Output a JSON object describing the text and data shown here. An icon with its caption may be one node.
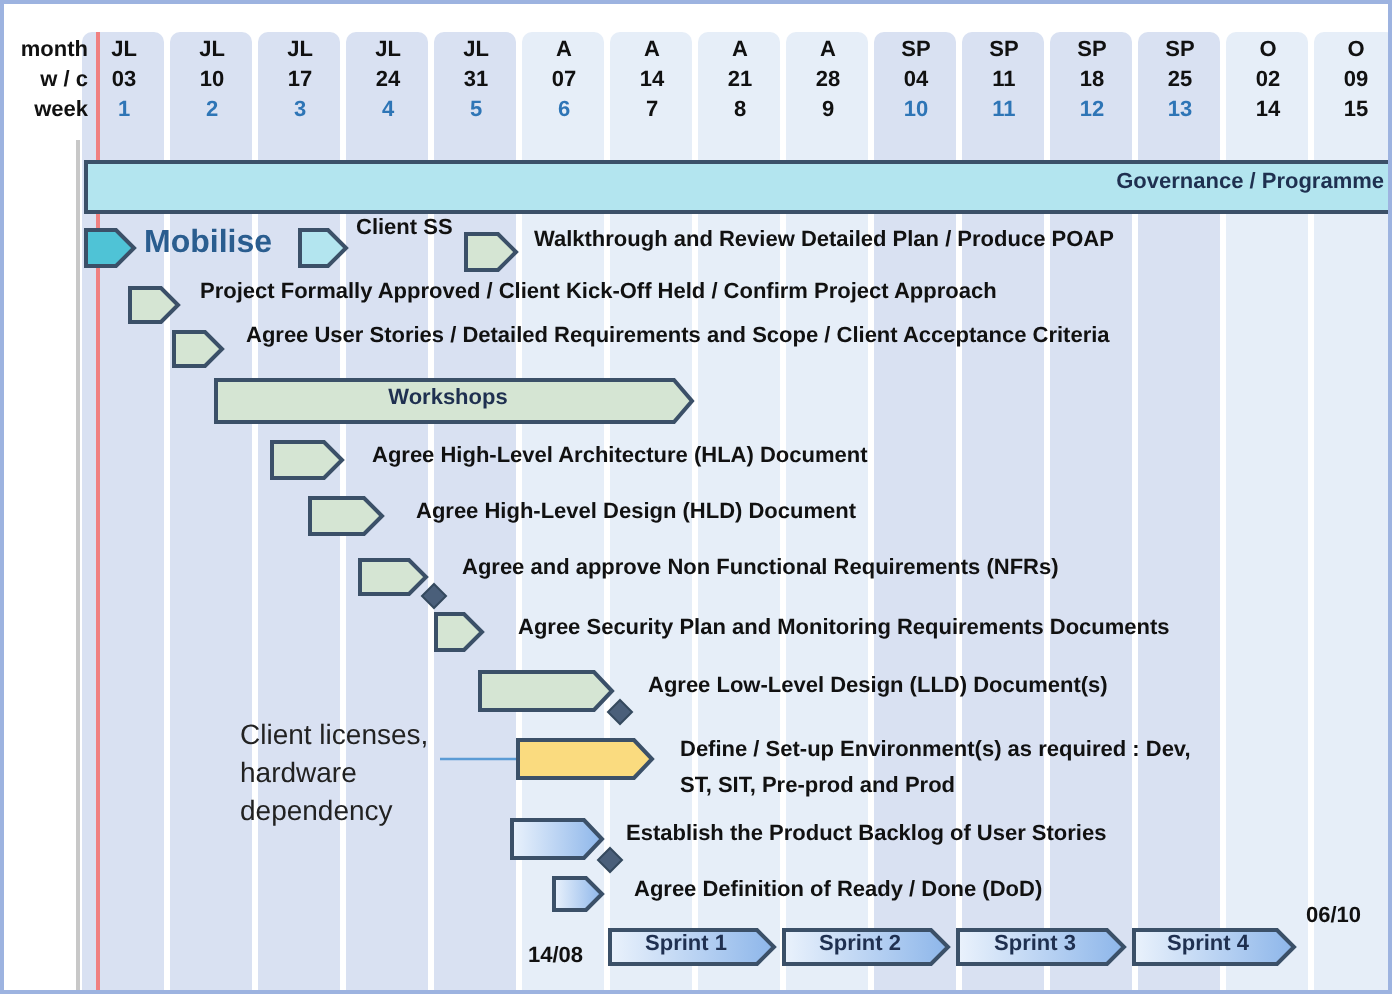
{
  "diagram": {
    "nodes": [
      {
        "text": [
          "Governance / Programme"
        ]
      },
      {
        "text": [
          "Mobilise"
        ]
      },
      {
        "text": [
          "Client SS"
        ]
      },
      {
        "text": [
          "Walkthrough and Review Detailed Plan / Produce POAP"
        ]
      },
      {
        "text": [
          "Project Formally Approved / Client Kick-Off Held / Confirm Project Approach"
        ]
      },
      {
        "text": [
          "Agree User Stories / Detailed Requirements and Scope / Client Acceptance Criteria"
        ]
      },
      {
        "text": [
          "Workshops"
        ]
      },
      {
        "text": [
          "Agree High-Level Architecture (HLA) Document"
        ]
      },
      {
        "text": [
          "Agree High-Level Design (HLD) Document"
        ]
      },
      {
        "text": [
          "Agree and approve Non Functional Requirements (NFRs)"
        ]
      },
      {
        "text": [
          "Agree Security Plan and Monitoring Requirements Documents"
        ]
      },
      {
        "text": [
          "Agree Low-Level Design (LLD) Document(s)"
        ]
      },
      {
        "text": [
          "Client licenses, hardware dependency"
        ]
      },
      {
        "text": [
          "Define / Set-up Environment(s) as required : Dev, ST, SIT, Pre-prod and Prod"
        ]
      },
      {
        "text": [
          "Establish the Product Backlog of User Stories"
        ]
      },
      {
        "text": [
          "Agree Definition of Ready / Done (DoD)"
        ]
      },
      {
        "text": [
          "Sprint 1"
        ]
      },
      {
        "text": [
          "Sprint 2"
        ]
      },
      {
        "text": [
          "Sprint 3"
        ]
      },
      {
        "text": [
          "Sprint 4"
        ]
      }
    ],
    "edges": [
      {
        "from": 12,
        "to": 13,
        "arrow": "none"
      }
    ],
    "labels": [
      "month",
      "JL",
      "JL",
      "JL",
      "JL",
      "JL",
      "A",
      "A",
      "A",
      "A",
      "SP",
      "SP",
      "SP",
      "SP",
      "O",
      "O",
      "w / c",
      "03",
      "10",
      "17",
      "24",
      "31",
      "07",
      "14",
      "21",
      "28",
      "04",
      "11",
      "18",
      "25",
      "02",
      "09",
      "week",
      "1",
      "2",
      "3",
      "4",
      "5",
      "6",
      "7",
      "8",
      "9",
      "10",
      "11",
      "12",
      "13",
      "14",
      "15",
      "14/08",
      "06/10"
    ]
  }
}
